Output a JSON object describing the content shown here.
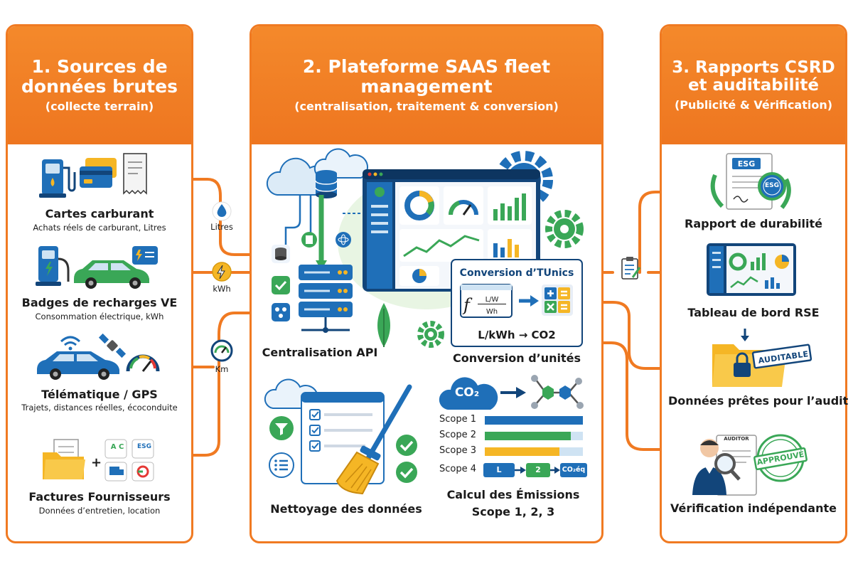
{
  "column1": {
    "title": "1. Sources de données brutes",
    "subtitle": "(collecte terrain)",
    "sources": [
      {
        "title": "Cartes carburant",
        "subtitle": "Achats réels de carburant, Litres"
      },
      {
        "title": "Badges de recharges VE",
        "subtitle": "Consommation électrique, kWh"
      },
      {
        "title": "Télématique / GPS",
        "subtitle": "Trajets, distances réelles, écoconduite"
      },
      {
        "title": "Factures Fournisseurs",
        "subtitle": "Données d’entretien, location"
      }
    ],
    "logos": [
      "A C",
      "ESG"
    ]
  },
  "connectors": {
    "units": [
      "Litres",
      "kWh",
      "Km"
    ]
  },
  "column2": {
    "title": "2. Plateforme SAAS fleet management",
    "subtitle": "(centralisation, traitement & conversion)",
    "centralisation_label": "Centralisation API",
    "conversion_box_title": "Conversion d’TUnics",
    "formula_f": "f",
    "formula_num": "L/W",
    "formula_den": "Wh",
    "conversion_result": "L/kWh → CO2",
    "conversion_label": "Conversion d’unités",
    "cleaning_label": "Nettoyage des données",
    "emissions_label_line1": "Calcul des Émissions",
    "emissions_label_line2": "Scope 1, 2, 3",
    "co2_badge": "CO₂",
    "scopes": [
      {
        "label": "Scope 1",
        "fill": 1.0,
        "color": "#1f6fb8"
      },
      {
        "label": "Scope 2",
        "fill": 0.88,
        "color": "#3aa757"
      },
      {
        "label": "Scope 3",
        "fill": 0.76,
        "color": "#f5b625"
      }
    ],
    "scope4": {
      "label": "Scope 4",
      "chips": [
        "L",
        "2",
        "CO₂éq"
      ]
    }
  },
  "column3": {
    "title": "3. Rapports CSRD et auditabilité",
    "subtitle": "(Publicité & Vérification)",
    "outputs": [
      {
        "title": "Rapport de durabilité"
      },
      {
        "title": "Tableau de bord RSE"
      },
      {
        "title": "Données prêtes pour l’audit"
      },
      {
        "title": "Vérification indépendante"
      }
    ],
    "esg_doc_label": "ESG",
    "esg_seal_label": "ESG",
    "auditable_stamp": "AUDITABLE",
    "auditor_label": "AUDITOR",
    "approved_stamp": "APPROUVÉ"
  },
  "colors": {
    "orange": "#f07a22",
    "blue": "#1f6fb8",
    "green": "#3aa757",
    "yellow": "#f5b625",
    "dark": "#1b1b1b"
  }
}
